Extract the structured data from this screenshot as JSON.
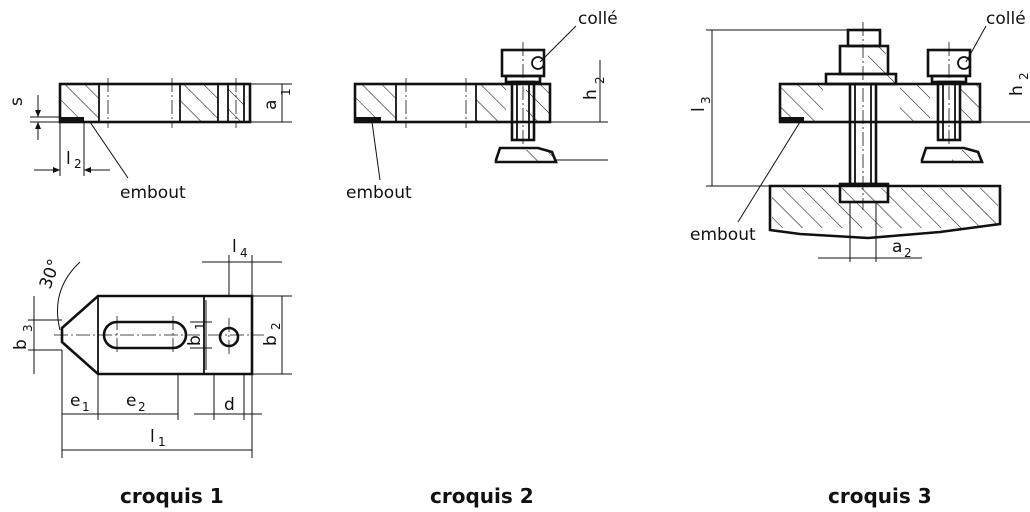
{
  "labels": {
    "s": "s",
    "a": "a",
    "sub1": "1",
    "sub2": "2",
    "sub3": "3",
    "sub4": "4",
    "l": "l",
    "h": "h",
    "b": "b",
    "e": "e",
    "d": "d",
    "angle": "30°",
    "embout": "embout",
    "colle": "collé"
  },
  "captions": {
    "c1": "croquis 1",
    "c2": "croquis 2",
    "c3": "croquis 3"
  }
}
